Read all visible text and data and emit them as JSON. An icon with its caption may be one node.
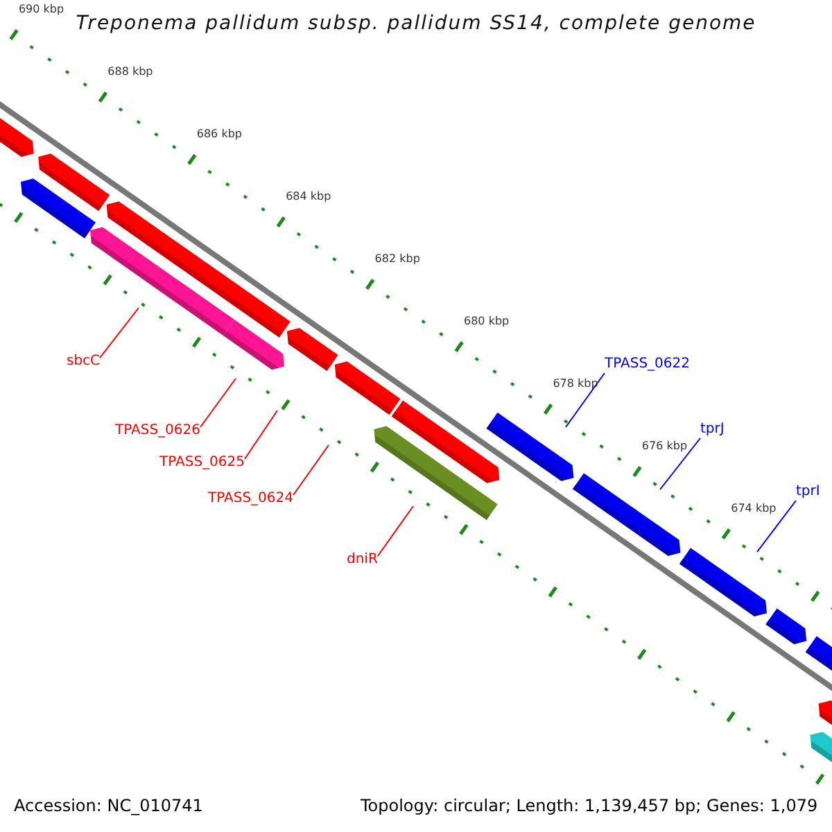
{
  "diagram": {
    "title": "Treponema pallidum subsp. pallidum SS14, complete genome",
    "nodes": [
      {
        "text": [
          "sbcC"
        ]
      },
      {
        "text": [
          "TPASS_0626"
        ]
      },
      {
        "text": [
          "TPASS_0625"
        ]
      },
      {
        "text": [
          "TPASS_0624"
        ]
      },
      {
        "text": [
          "dniR"
        ]
      },
      {
        "text": [
          "TPASS_0622"
        ]
      },
      {
        "text": [
          "tprJ"
        ]
      },
      {
        "text": [
          "tprI"
        ]
      }
    ],
    "edges": [
      {
        "from": 0,
        "to": null,
        "arrow": "none"
      },
      {
        "from": 1,
        "to": null,
        "arrow": "none"
      },
      {
        "from": 2,
        "to": null,
        "arrow": "none"
      },
      {
        "from": 3,
        "to": null,
        "arrow": "none"
      },
      {
        "from": 4,
        "to": null,
        "arrow": "none"
      },
      {
        "from": 5,
        "to": null,
        "arrow": "none",
        "color": "#0000ff"
      },
      {
        "from": 6,
        "to": null,
        "arrow": "none",
        "color": "#0000ff"
      },
      {
        "from": 7,
        "to": null,
        "arrow": "none",
        "color": "#0000ff"
      }
    ],
    "labels": [
      "690 kbp",
      "688 kbp",
      "686 kbp",
      "684 kbp",
      "682 kbp",
      "680 kbp",
      "678 kbp",
      "676 kbp",
      "674 kbp",
      "Accession: NC_010741",
      "Topology: circular; Length: 1,139,457 bp; Genes: 1,079"
    ]
  }
}
